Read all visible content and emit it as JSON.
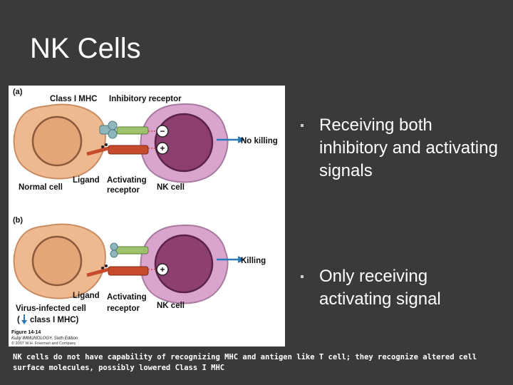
{
  "slide": {
    "title": "NK Cells",
    "bullets": [
      "Receiving both inhibitory and activating signals",
      "Only receiving activating signal"
    ],
    "caption": "NK cells do not have capability of recognizing MHC and antigen like T cell; they recognize altered cell surface molecules, possibly lowered Class I MHC"
  },
  "figure": {
    "panel_a": {
      "label": "(a)",
      "class1_mhc": "Class I MHC",
      "inhibitory_receptor": "Inhibitory receptor",
      "no_killing": "No killing",
      "ligand": "Ligand",
      "activating": "Activating",
      "receptor": "receptor",
      "normal_cell": "Normal cell",
      "nk_cell": "NK cell",
      "minus": "−",
      "plus": "+"
    },
    "panel_b": {
      "label": "(b)",
      "killing": "Killing",
      "ligand": "Ligand",
      "activating": "Activating",
      "receptor": "receptor",
      "virus_cell": "Virus-infected cell",
      "class1_open": "(",
      "class1_close": "class I MHC)",
      "nk_cell": "NK cell",
      "plus": "+"
    },
    "credit_line1": "Figure 14-14",
    "credit_line2": "Kuby IMMUNOLOGY, Sixth Edition",
    "credit_line3": "© 2007 W.H. Freeman and Company"
  }
}
